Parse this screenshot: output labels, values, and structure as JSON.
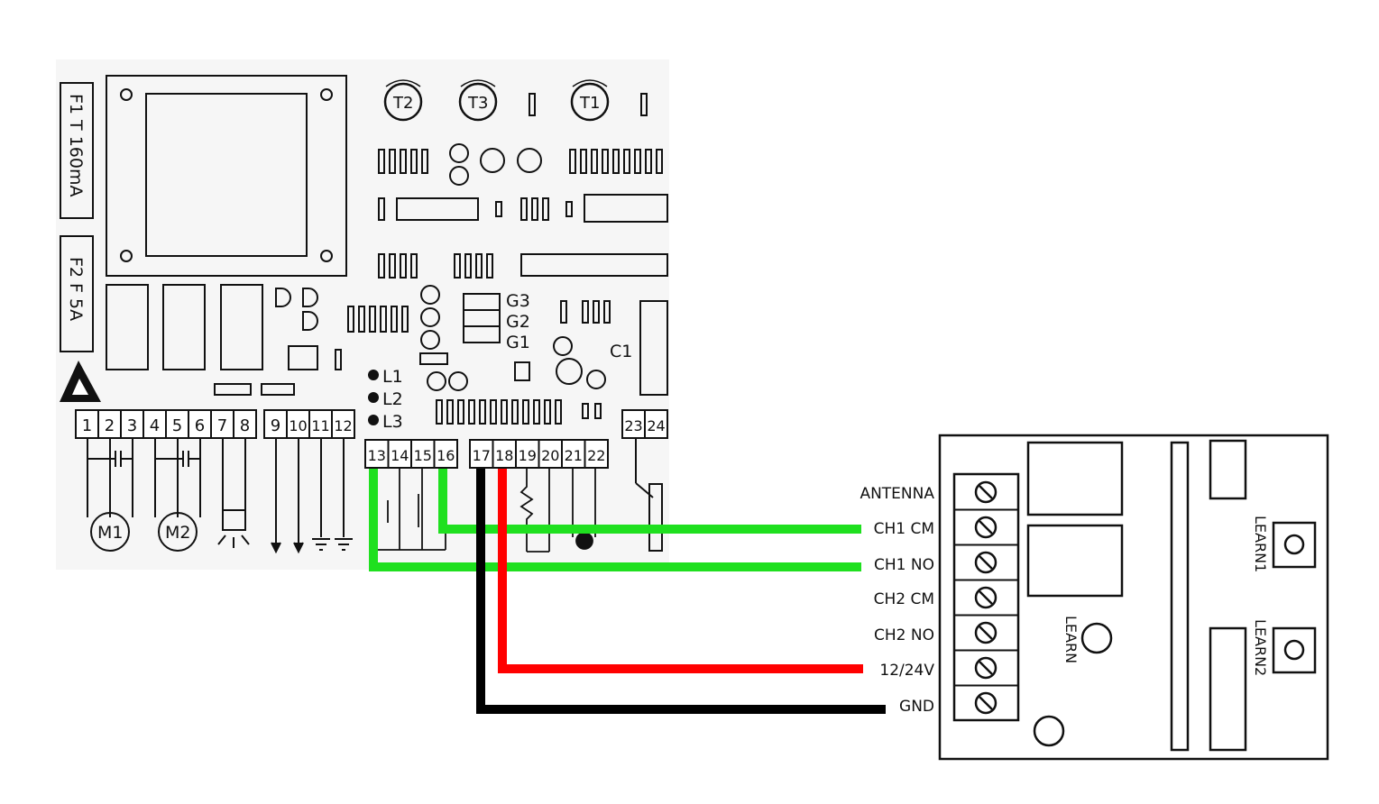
{
  "fuses": {
    "f1": "F1  T 160mA",
    "f2": "F2  F 5A"
  },
  "trimmers": [
    "T2",
    "T3",
    "T1"
  ],
  "jumpers": [
    "G3",
    "G2",
    "G1"
  ],
  "leds": [
    "L1",
    "L2",
    "L3"
  ],
  "capacitor": "C1",
  "terminals_row1": [
    "1",
    "2",
    "3",
    "4",
    "5",
    "6",
    "7",
    "8"
  ],
  "terminals_row2": [
    "9",
    "10",
    "11",
    "12"
  ],
  "terminals_row3": [
    "13",
    "14",
    "15",
    "16"
  ],
  "terminals_row4": [
    "17",
    "18",
    "19",
    "20",
    "21",
    "22"
  ],
  "terminals_row5": [
    "23",
    "24"
  ],
  "motors": [
    "M1",
    "M2"
  ],
  "receiver": {
    "terminals": [
      "ANTENNA",
      "CH1 CM",
      "CH1 NO",
      "CH2 CM",
      "CH2 NO",
      "12/24V",
      "GND"
    ],
    "learn1": "LEARN1",
    "learn2": "LEARN2",
    "learn": "LEARN"
  },
  "colors": {
    "green": "#1fe01f",
    "red": "#ff0000",
    "black": "#000000"
  }
}
